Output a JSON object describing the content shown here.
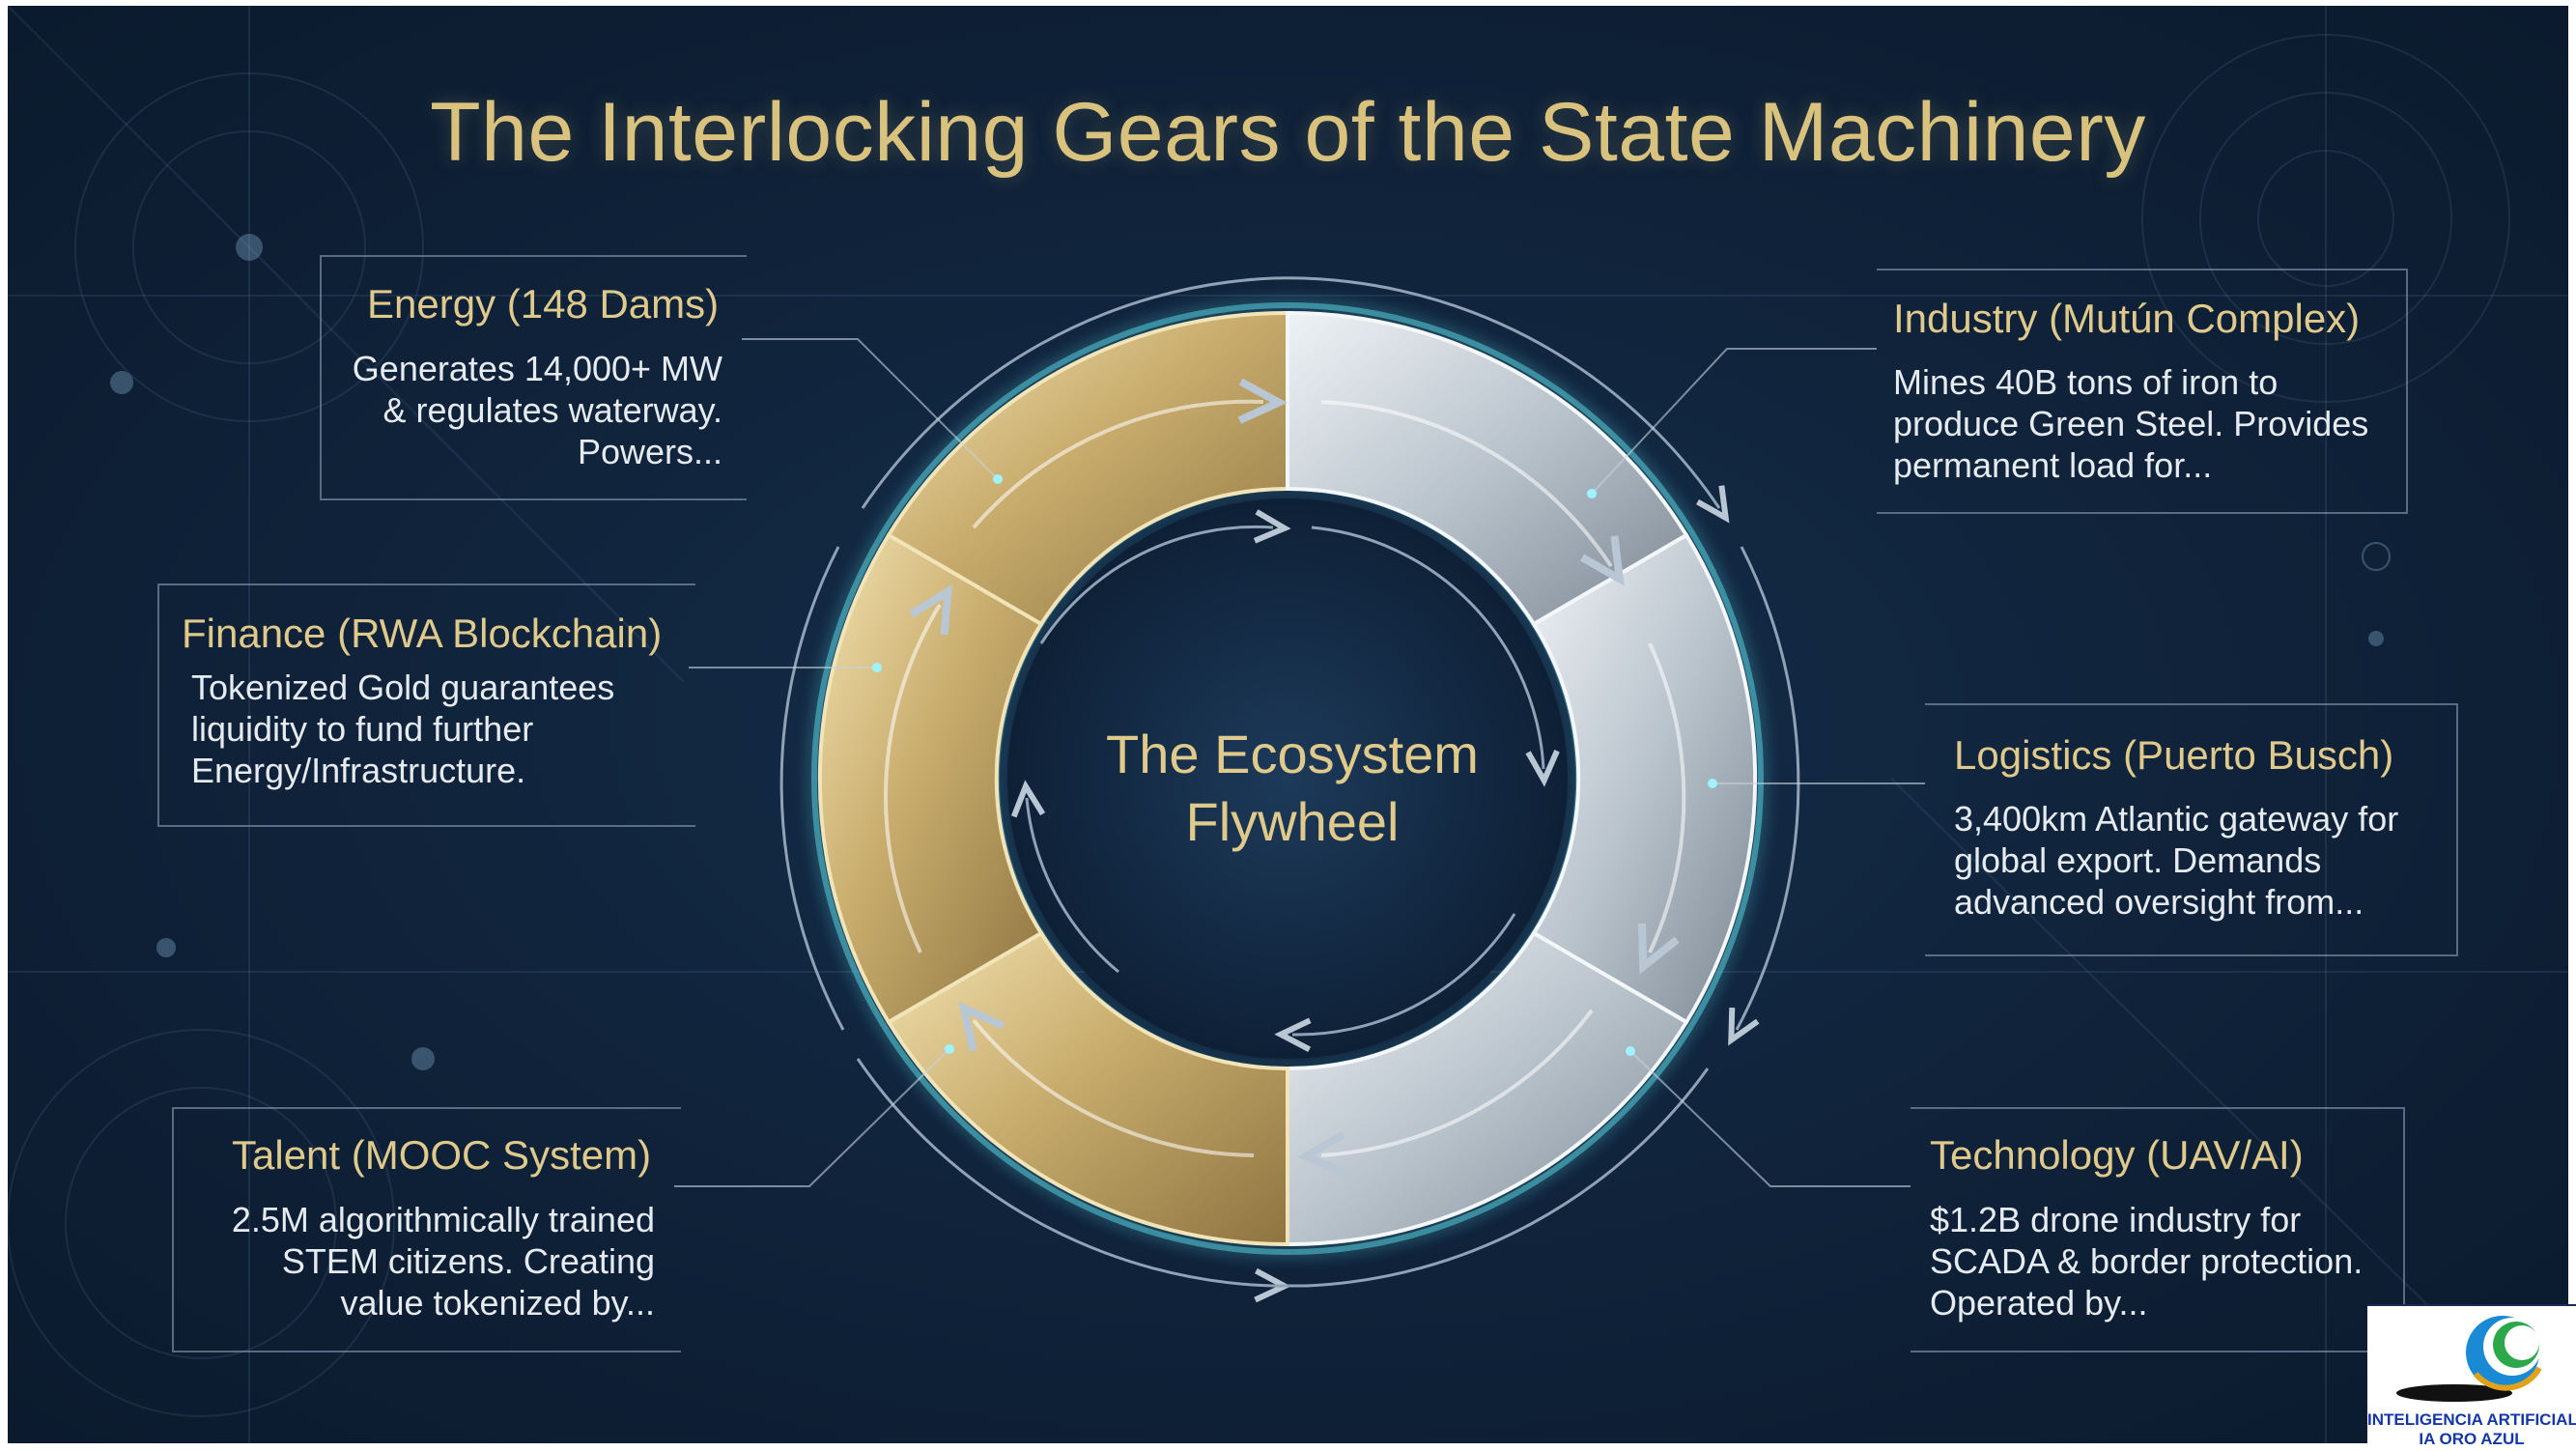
{
  "title": "The Interlocking Gears of the State Machinery",
  "center_label": "The Ecosystem\nFlywheel",
  "nodes": {
    "energy": {
      "title": "Energy (148 Dams)",
      "desc": "Generates 14,000+ MW\n& regulates waterway.\nPowers..."
    },
    "industry": {
      "title": "Industry (Mutún Complex)",
      "desc": "Mines 40B tons of iron to\nproduce Green Steel. Provides\npermanent load for..."
    },
    "finance": {
      "title": "Finance (RWA Blockchain)",
      "desc": "Tokenized Gold guarantees\nliquidity to fund further\nEnergy/Infrastructure."
    },
    "logistics": {
      "title": "Logistics (Puerto Busch)",
      "desc": "3,400km Atlantic gateway for\nglobal export. Demands\nadvanced oversight from..."
    },
    "talent": {
      "title": "Talent (MOOC System)",
      "desc": "2.5M algorithmically trained\nSTEM citizens. Creating\nvalue tokenized by..."
    },
    "technology": {
      "title": "Technology (UAV/AI)",
      "desc": "$1.2B drone industry for\nSCADA & border protection.\nOperated by..."
    }
  },
  "logo": {
    "line1": "INTELIGENCIA ARTIFICIAL",
    "line2": "IA ORO AZUL"
  },
  "colors": {
    "background": "#10243c",
    "gold": "#dfc98b",
    "silver": "#c9d2da",
    "glow": "#5fe3f0",
    "text": "#e6ebf1",
    "logo_blue": "#1436a8"
  },
  "icons": [
    "gear-ring",
    "flow-arrow",
    "logo-swirl"
  ]
}
